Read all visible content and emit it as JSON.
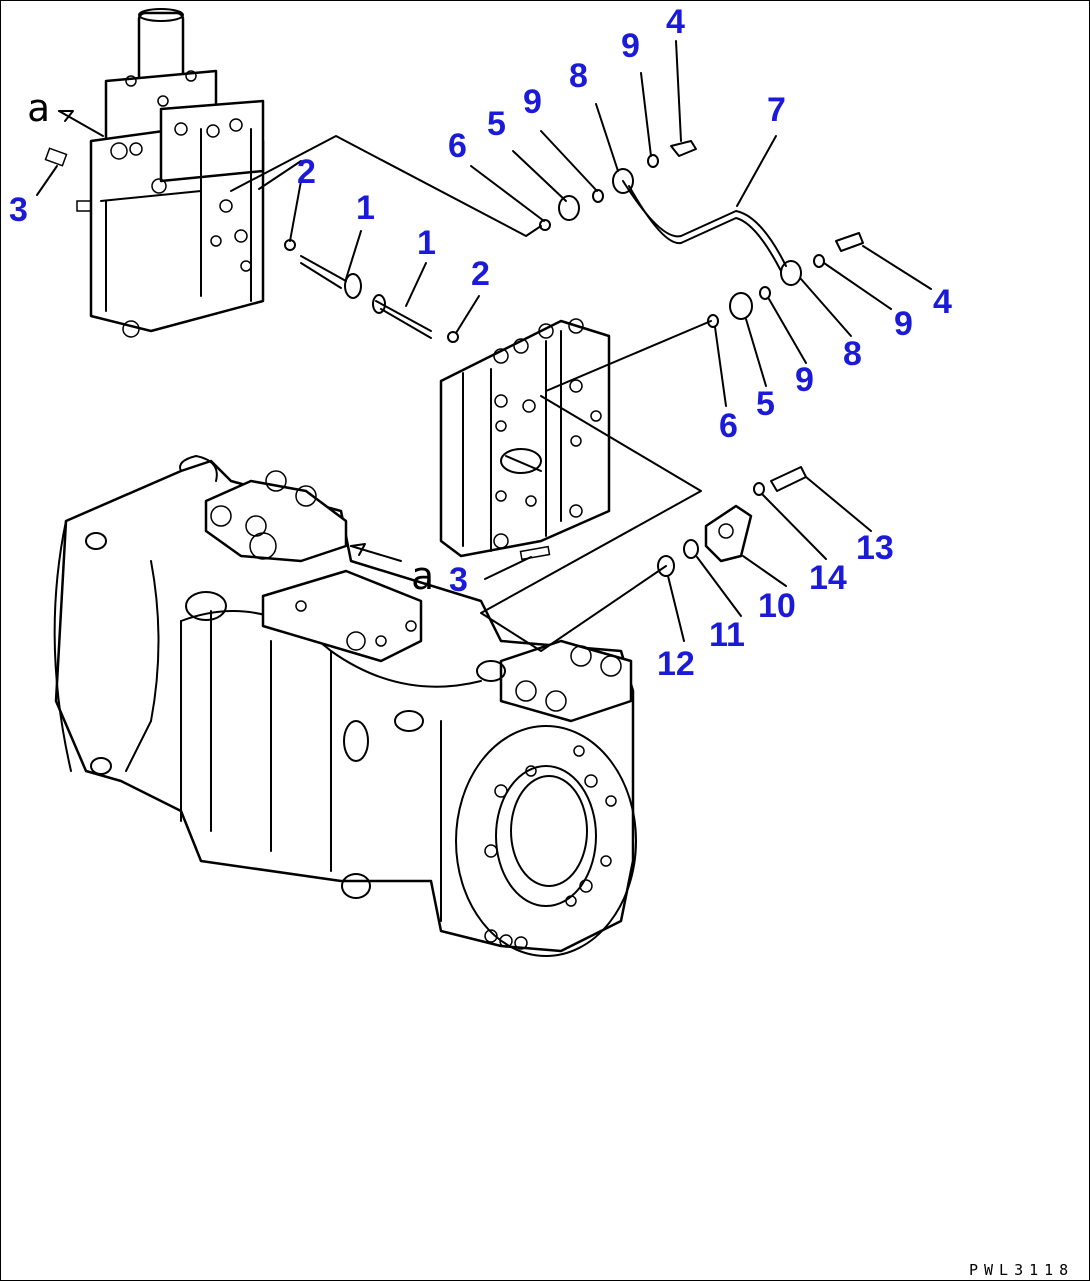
{
  "diagram": {
    "drawing_code": "PWL3118",
    "view_letters": [
      "a",
      "a"
    ],
    "callouts": [
      "1",
      "1",
      "2",
      "2",
      "3",
      "3",
      "4",
      "4",
      "5",
      "5",
      "6",
      "6",
      "7",
      "8",
      "8",
      "9",
      "9",
      "9",
      "9",
      "10",
      "11",
      "12",
      "13",
      "14"
    ]
  },
  "colors": {
    "callout": "#1a1ad8",
    "line": "#000000",
    "background": "#ffffff"
  }
}
